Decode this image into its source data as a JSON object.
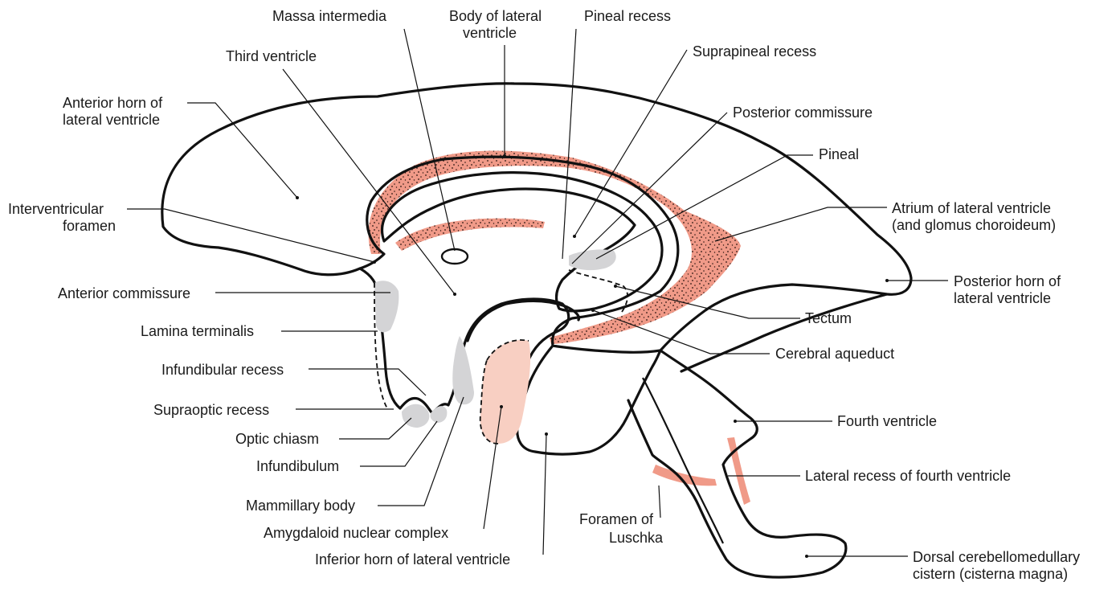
{
  "colors": {
    "choroid": "#f09a88",
    "choroid_speckle": "#2a1410",
    "amygdala": "#f8cfc2",
    "gray_structure": "#d4d4d6",
    "outline": "#111111",
    "background": "#ffffff"
  },
  "labels": {
    "massa_intermedia": "Massa intermedia",
    "body_lateral_1": "Body of lateral",
    "body_lateral_2": "ventricle",
    "pineal_recess": "Pineal recess",
    "suprapineal_recess": "Suprapineal recess",
    "third_ventricle": "Third ventricle",
    "anterior_horn_1": "Anterior horn of",
    "anterior_horn_2": "lateral ventricle",
    "posterior_commissure": "Posterior commissure",
    "pineal": "Pineal",
    "interventricular_1": "Interventricular",
    "interventricular_2": "foramen",
    "atrium_1": "Atrium of lateral ventricle",
    "atrium_2": "(and glomus choroideum)",
    "posterior_horn_1": "Posterior horn of",
    "posterior_horn_2": "lateral ventricle",
    "anterior_commissure": "Anterior commissure",
    "tectum": "Tectum",
    "lamina_terminalis": "Lamina terminalis",
    "cerebral_aqueduct": "Cerebral aqueduct",
    "infundibular_recess": "Infundibular recess",
    "supraoptic_recess": "Supraoptic recess",
    "fourth_ventricle": "Fourth ventricle",
    "optic_chiasm": "Optic chiasm",
    "infundibulum": "Infundibulum",
    "lateral_recess_fourth": "Lateral recess of fourth ventricle",
    "mammillary_body": "Mammillary body",
    "foramen_luschka_1": "Foramen of",
    "foramen_luschka_2": "Luschka",
    "amygdaloid": "Amygdaloid nuclear complex",
    "inferior_horn": "Inferior horn of lateral ventricle",
    "cisterna_1": "Dorsal cerebellomedullary",
    "cisterna_2": "cistern (cisterna magna)"
  }
}
